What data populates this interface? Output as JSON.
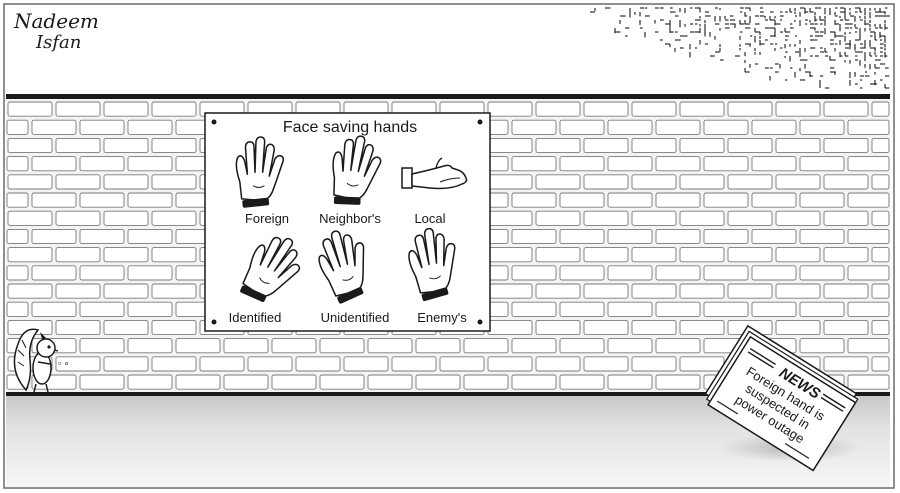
{
  "signature": {
    "line1": "Nadeem",
    "line2": "Isfan"
  },
  "poster": {
    "title": "Face saving hands",
    "labels": [
      "Foreign",
      "Neighbor's",
      "Local",
      "Identified",
      "Unidentified",
      "Enemy's"
    ]
  },
  "newspaper": {
    "masthead": "NEWS",
    "headline": [
      "Foreign hand is",
      "suspected in",
      "power outage"
    ]
  },
  "colors": {
    "ink": "#1a1a1a",
    "wall_fill": "#f4f4f4",
    "brick_line": "#7a7a7a",
    "floor_shadow": "#cfcfcf",
    "paper": "#ffffff"
  }
}
